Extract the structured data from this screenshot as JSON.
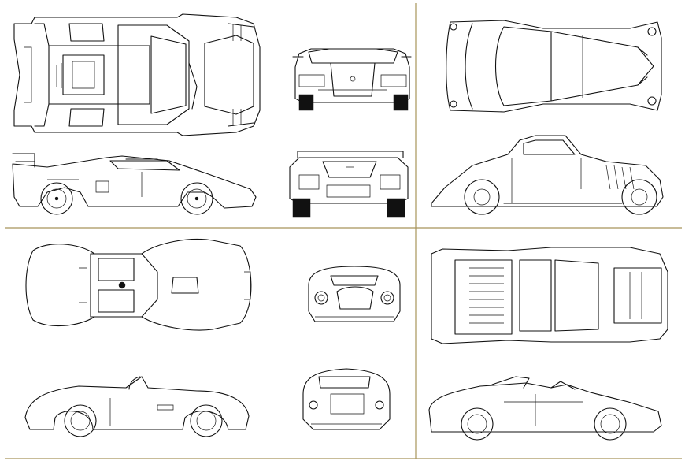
{
  "page": {
    "background": "#ffffff",
    "divider_color": "#a8955b",
    "line_color": "#111111"
  },
  "panels": [
    {
      "id": "panel-top-left",
      "cars": [
        "top-view",
        "front-view",
        "side-view",
        "rear-view"
      ]
    },
    {
      "id": "panel-top-right",
      "cars": [
        "top-view",
        "side-view"
      ]
    },
    {
      "id": "panel-bottom-left",
      "cars": [
        "top-view",
        "front-view",
        "side-view",
        "rear-view"
      ]
    },
    {
      "id": "panel-bottom-right",
      "cars": [
        "top-view",
        "side-view"
      ]
    }
  ]
}
